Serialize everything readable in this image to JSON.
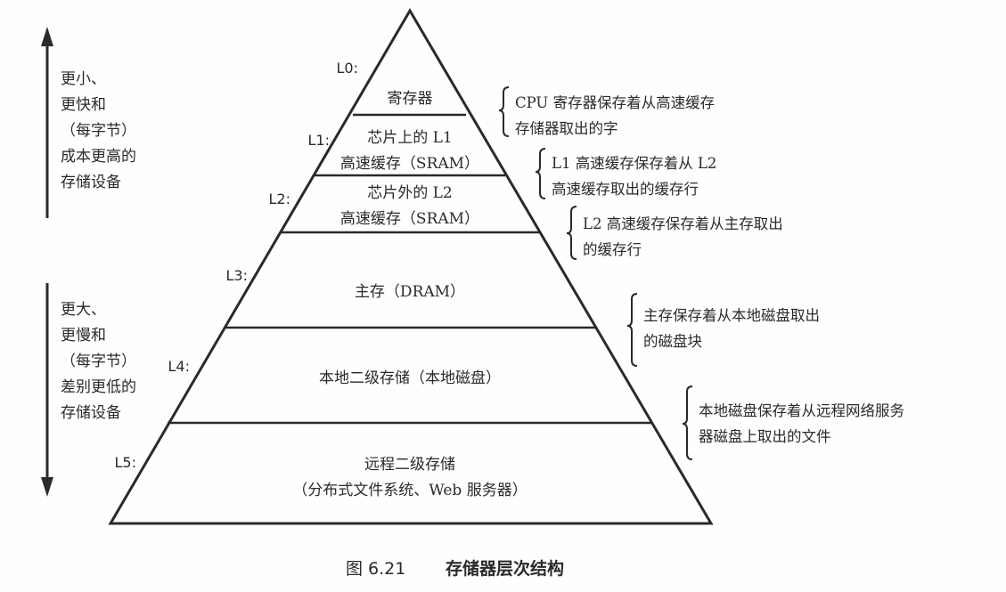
{
  "levels": [
    {
      "label": "L0:",
      "lines": [
        "寄存器"
      ],
      "note": [
        "CPU 寄存器保存着从高速缓存",
        "存储器取出的字"
      ]
    },
    {
      "label": "L1:",
      "lines": [
        "芯片上的 L1",
        "高速缓存（SRAM）"
      ],
      "note": [
        "L1 高速缓存保存着从 L2",
        "高速缓存取出的缓存行"
      ]
    },
    {
      "label": "L2:",
      "lines": [
        "芯片外的 L2",
        "高速缓存（SRAM）"
      ],
      "note": [
        "L2 高速缓存保存着从主存取出",
        "的缓存行"
      ]
    },
    {
      "label": "L3:",
      "lines": [
        "主存（DRAM）"
      ],
      "note": [
        "主存保存着从本地磁盘取出",
        "的磁盘块"
      ]
    },
    {
      "label": "L4:",
      "lines": [
        "本地二级存储（本地磁盘）"
      ],
      "note": [
        "本地磁盘保存着从远程网络服务",
        "器磁盘上取出的文件"
      ]
    },
    {
      "label": "L5:",
      "lines": [
        "远程二级存储",
        "（分布式文件系统、Web 服务器）"
      ],
      "note": []
    }
  ],
  "side_top": [
    "更小、",
    "更快和",
    "（每字节）",
    "成本更高的",
    "存储设备"
  ],
  "side_bottom": [
    "更大、",
    "更慢和",
    "（每字节）",
    "差别更低的",
    "存储设备"
  ],
  "caption": {
    "number": "图 6.21",
    "title": "存储器层次结构"
  }
}
